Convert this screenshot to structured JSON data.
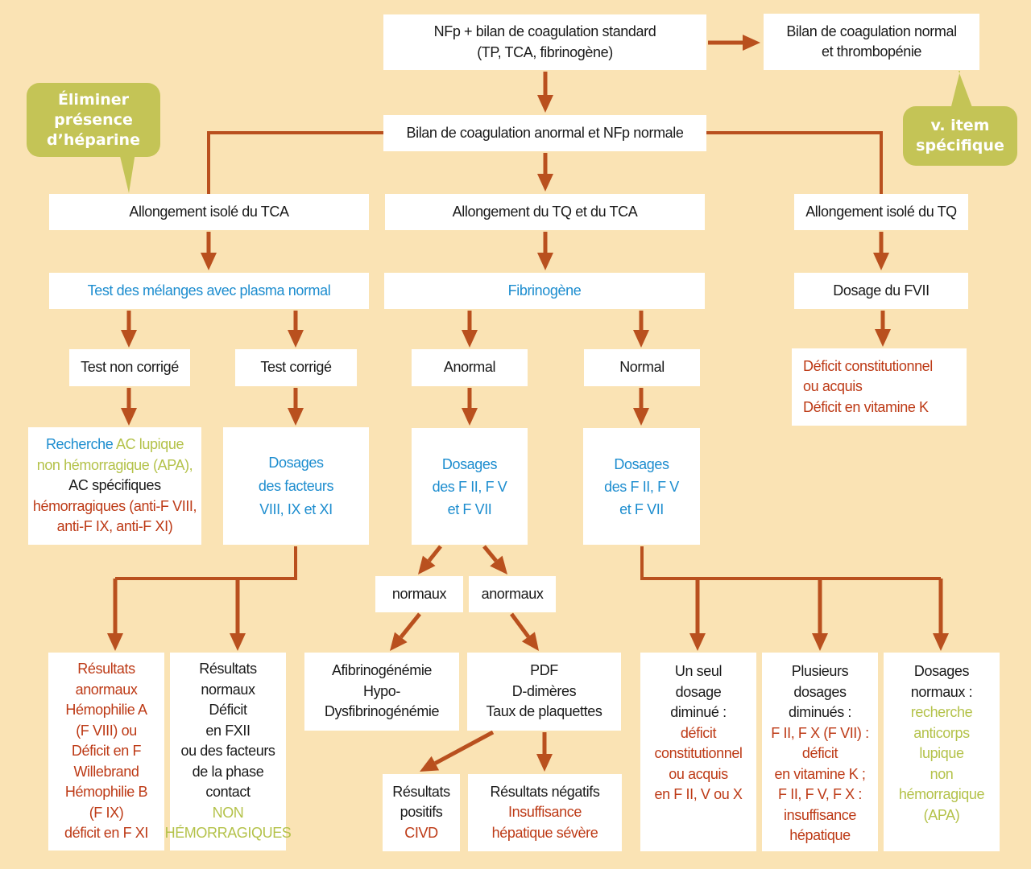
{
  "colors": {
    "background": "#fae3b4",
    "arrow": "#b9501e",
    "blue_text": "#1d8dcf",
    "red_text": "#bd3a16",
    "green_text": "#b4c24a",
    "bubble": "#c4c456"
  },
  "callouts": {
    "heparin": [
      "Éliminer",
      "présence",
      "d’héparine"
    ],
    "item": [
      "v. item",
      "spécifique"
    ]
  },
  "nodes": {
    "start": [
      "NFp + bilan de coagulation standard",
      "(TP, TCA, fibrinogène)"
    ],
    "normal_thrombo": [
      "Bilan de coagulation normal",
      "et thrombopénie"
    ],
    "abnormal": [
      "Bilan de coagulation anormal et NFp normale"
    ],
    "tca_isolated": [
      "Allongement isolé du TCA"
    ],
    "tq_tca": [
      "Allongement du TQ et du TCA"
    ],
    "tq_isolated": [
      "Allongement isolé du TQ"
    ],
    "mix_test": [
      "Test des mélanges avec plasma normal"
    ],
    "fibrinogen": [
      "Fibrinogène"
    ],
    "fvii_assay": [
      "Dosage du FVII"
    ],
    "not_corrected": [
      "Test non corrigé"
    ],
    "corrected": [
      "Test corrigé"
    ],
    "fib_abnormal": [
      "Anormal"
    ],
    "fib_normal": [
      "Normal"
    ],
    "fvii_result": [
      "Déficit constitutionnel",
      "ou acquis",
      "Déficit en vitamine K"
    ],
    "lupus_search": {
      "l1a": "Recherche ",
      "l1b": "AC lupique",
      "l2": "non hémorragique (APA),",
      "l3": "AC spécifiques",
      "l4": "hémorragiques (anti-F VIII,",
      "l5": "anti-F IX, anti-F XI)"
    },
    "factor_assay": [
      "Dosages",
      "des facteurs",
      "VIII, IX et XI"
    ],
    "assay_a": [
      "Dosages",
      "des F II, F V",
      "et F VII"
    ],
    "assay_b": [
      "Dosages",
      "des F II, F V",
      "et F VII"
    ],
    "normaux": [
      "normaux"
    ],
    "anormaux": [
      "anormaux"
    ],
    "abnormal_results": [
      "Résultats",
      "anormaux",
      "Hémophilie A",
      "(F VIII) ou",
      "Déficit en F",
      "Willebrand",
      "Hémophilie B",
      "(F IX)",
      "déficit en F XI"
    ],
    "normal_results": {
      "black": [
        "Résultats",
        "normaux",
        "Déficit",
        "en FXII",
        "ou des facteurs",
        "de la phase",
        "contact"
      ],
      "green": [
        "NON",
        "HÉMORRAGIQUES"
      ]
    },
    "afibrino": [
      "Afibrinogénémie",
      "Hypo-",
      "Dysfibrinogénémie"
    ],
    "pdf": [
      "PDF",
      "D-dimères",
      "Taux de plaquettes"
    ],
    "positive": {
      "black": [
        "Résultats",
        "positifs"
      ],
      "red": [
        "CIVD"
      ]
    },
    "negative": {
      "black": [
        "Résultats négatifs"
      ],
      "red": [
        "Insuffisance",
        "hépatique sévère"
      ]
    },
    "single_assay": {
      "black": [
        "Un seul",
        "dosage",
        "diminué :"
      ],
      "red": [
        "déficit",
        "constitutionnel",
        "ou acquis",
        "en F II, V ou X"
      ]
    },
    "multi_assay": {
      "black": [
        "Plusieurs",
        "dosages",
        "diminués :"
      ],
      "red": [
        "F II, F X (F VII) :",
        "déficit",
        "en vitamine K ;",
        "F II, F V, F X :",
        "insuffisance",
        "hépatique"
      ]
    },
    "normal_assays": {
      "black": [
        "Dosages",
        "normaux :"
      ],
      "green": [
        "recherche",
        "anticorps",
        "lupique",
        "non",
        "hémorragique",
        "(APA)"
      ]
    }
  }
}
